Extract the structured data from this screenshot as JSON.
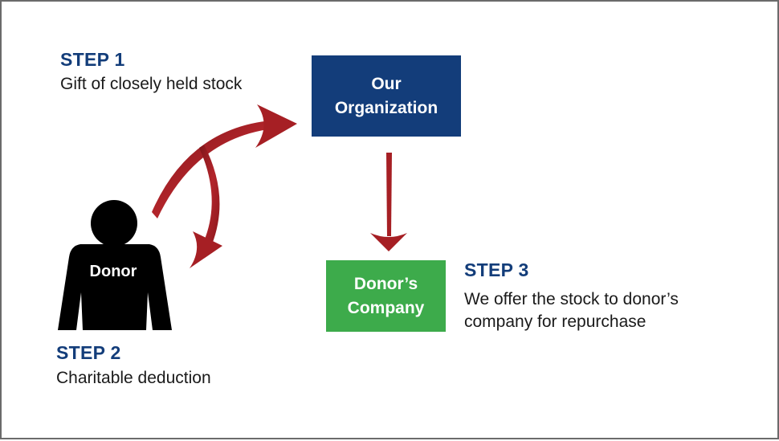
{
  "steps": [
    {
      "title": "STEP 1",
      "description": "Gift of closely held stock"
    },
    {
      "title": "STEP 2",
      "description": "Charitable deduction"
    },
    {
      "title": "STEP 3",
      "description_lines": [
        "We offer the stock to donor’s",
        "company for repurchase"
      ]
    }
  ],
  "nodes": {
    "organization": {
      "lines": [
        "Our",
        "Organization"
      ],
      "color": "#133d7a"
    },
    "company": {
      "lines": [
        "Donor’s",
        "Company"
      ],
      "color": "#3dab4b"
    },
    "donor": {
      "label": "Donor",
      "icon": "person-silhouette-icon",
      "color": "#000000"
    }
  },
  "colors": {
    "step_title": "#133d7a",
    "arrow": "#a61f24",
    "border": "#6b6b6b"
  }
}
